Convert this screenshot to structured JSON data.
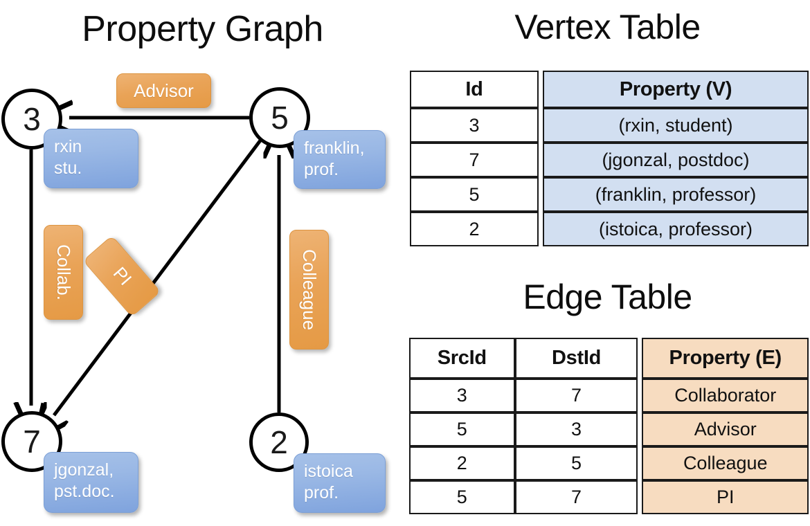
{
  "titles": {
    "property_graph": "Property Graph",
    "vertex_table": "Vertex Table",
    "edge_table": "Edge Table"
  },
  "colors": {
    "vertex_property_fill": "#D2DFF1",
    "edge_property_fill": "#F7DCC0",
    "node_box_blue": "#9AB8E5",
    "edge_label_orange": "#E9A357",
    "stroke": "#1A1A1A",
    "background": "#FFFFFF"
  },
  "graph": {
    "vertices": [
      {
        "id": "3",
        "name": "rxin",
        "role": "stu.",
        "line1": "rxin",
        "line2": "stu."
      },
      {
        "id": "5",
        "name": "franklin",
        "role": "prof.",
        "line1": "franklin,",
        "line2": "prof."
      },
      {
        "id": "7",
        "name": "jgonzal",
        "role": "pst.doc.",
        "line1": "jgonzal,",
        "line2": "pst.doc."
      },
      {
        "id": "2",
        "name": "istoica",
        "role": "prof.",
        "line1": "istoica",
        "line2": "prof."
      }
    ],
    "edge_labels": [
      {
        "label": "Advisor",
        "orientation": "horizontal"
      },
      {
        "label": "Collab.",
        "orientation": "vertical"
      },
      {
        "label": "PI",
        "orientation": "diagonal"
      },
      {
        "label": "Colleague",
        "orientation": "vertical"
      }
    ]
  },
  "vertex_table": {
    "headers": [
      "Id",
      "Property (V)"
    ],
    "rows": [
      {
        "id": "3",
        "property": "(rxin, student)"
      },
      {
        "id": "7",
        "property": "(jgonzal, postdoc)"
      },
      {
        "id": "5",
        "property": "(franklin, professor)"
      },
      {
        "id": "2",
        "property": "(istoica, professor)"
      }
    ]
  },
  "edge_table": {
    "headers": [
      "SrcId",
      "DstId",
      "Property (E)"
    ],
    "rows": [
      {
        "src": "3",
        "dst": "7",
        "property": "Collaborator"
      },
      {
        "src": "5",
        "dst": "3",
        "property": "Advisor"
      },
      {
        "src": "2",
        "dst": "5",
        "property": "Colleague"
      },
      {
        "src": "5",
        "dst": "7",
        "property": "PI"
      }
    ]
  }
}
